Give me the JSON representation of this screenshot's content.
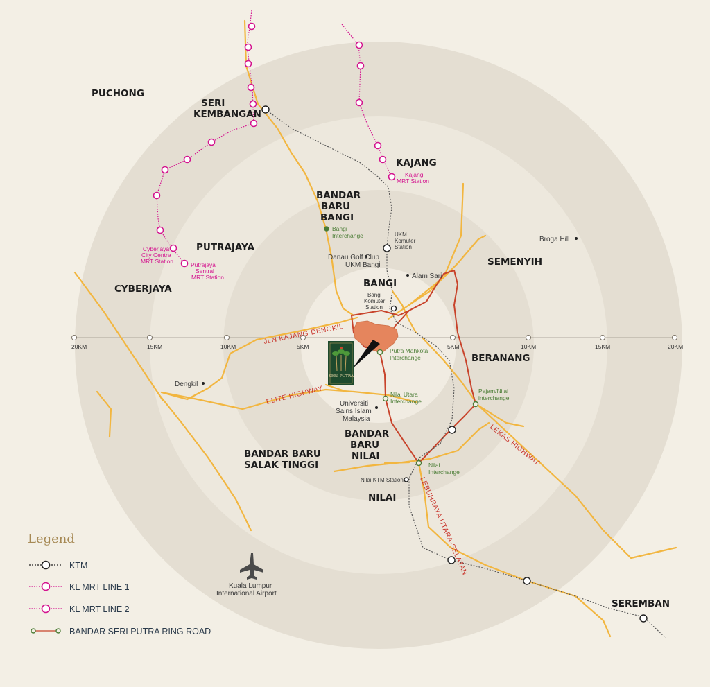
{
  "scale_labels": [
    "20KM",
    "15KM",
    "10KM",
    "5KM",
    "5KM",
    "10KM",
    "15KM",
    "20KM"
  ],
  "regions": {
    "puchong": "PUCHONG",
    "seri_kembangan_1": "SERI",
    "seri_kembangan_2": "KEMBANGAN",
    "kajang": "KAJANG",
    "bandar_baru_bangi_1": "BANDAR",
    "bandar_baru_bangi_2": "BARU",
    "bandar_baru_bangi_3": "BANGI",
    "putrajaya": "PUTRAJAYA",
    "cyberjaya": "CYBERJAYA",
    "semenyih": "SEMENYIH",
    "bangi": "BANGI",
    "beranang": "BERANANG",
    "bandar_baru_nilai_1": "BANDAR",
    "bandar_baru_nilai_2": "BARU",
    "bandar_baru_nilai_3": "NILAI",
    "salak_tinggi_1": "BANDAR BARU",
    "salak_tinggi_2": "SALAK TINGGI",
    "nilai": "NILAI",
    "seremban": "SEREMBAN"
  },
  "places": {
    "broga_hill": "Broga Hill",
    "danau_golf_1": "Danau Golf Club",
    "danau_golf_2": "UKM Bangi",
    "alam_sari": "Alam Sari",
    "dengkil": "Dengkil",
    "usim_1": "Universiti",
    "usim_2": "Sains Islam",
    "usim_3": "Malaysia",
    "klia_1": "Kuala Lumpur",
    "klia_2": "International Airport"
  },
  "stations": {
    "ukm_komuter_1": "UKM",
    "ukm_komuter_2": "Komuter",
    "ukm_komuter_3": "Station",
    "bangi_komuter_1": "Bangi",
    "bangi_komuter_2": "Komuter",
    "bangi_komuter_3": "Station",
    "nilai_ktm": "Nilai KTM Station"
  },
  "mrt_stations": {
    "kajang_1": "Kajang",
    "kajang_2": "MRT Station",
    "cyberjaya_1": "Cyberjaya",
    "cyberjaya_2": "City Centre",
    "cyberjaya_3": "MRT Station",
    "putrajaya_1": "Putrajaya",
    "putrajaya_2": "Sentral",
    "putrajaya_3": "MRT Station"
  },
  "interchanges": {
    "bangi_1": "Bangi",
    "bangi_2": "Interchange",
    "putra_mahkota_1": "Putra Mahkota",
    "putra_mahkota_2": "Interchange",
    "nilai_utara_1": "Nilai Utara",
    "nilai_utara_2": "Interchange",
    "pajam_1": "Pajam/Nilai",
    "pajam_2": "interchange",
    "nilai_1": "Nilai",
    "nilai_2": "Interchange"
  },
  "highways": {
    "kajang_dengkil": "JLN KAJANG-DENGKIL",
    "elite": "ELITE HIGHWAY",
    "lekas": "LEKAS HIGHWAY",
    "plus": "LEBUHRAYA UTARA-SELATAN"
  },
  "logo_text": "SERI PUTRA",
  "legend": {
    "title": "Legend",
    "items": [
      "KTM",
      "KL MRT LINE 1",
      "KL MRT LINE 2",
      "BANDAR SERI PUTRA RING ROAD"
    ]
  },
  "colors": {
    "background": "#f3efe5",
    "ring_dark": "#e4ded2",
    "ring_light": "#ede8dd",
    "road": "#f2b640",
    "ring_road": "#c8432b",
    "mrt": "#d4148f",
    "ktm": "#2b2b2b",
    "interchange": "#4b7d36",
    "development": "#e5855d"
  }
}
